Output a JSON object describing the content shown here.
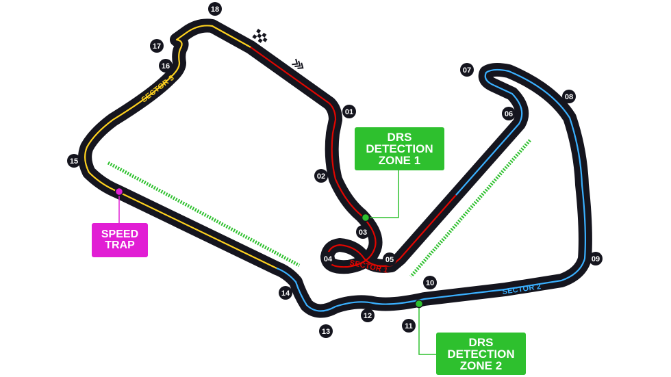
{
  "colors": {
    "track": "#15151e",
    "sector1": "#e10600",
    "sector2": "#3ab0ff",
    "sector3": "#ffd21e",
    "drs": "#2ec02e",
    "speed_trap": "#e11ed4",
    "marker": "#15151e",
    "marker_text": "#ffffff"
  },
  "turns": [
    "01",
    "02",
    "03",
    "04",
    "05",
    "06",
    "07",
    "08",
    "09",
    "10",
    "11",
    "12",
    "13",
    "14",
    "15",
    "16",
    "17",
    "18"
  ],
  "sectors": {
    "s1": "SECTOR 1",
    "s2": "SECTOR 2",
    "s3": "SECTOR 3"
  },
  "drs_zone_1": {
    "line1": "DRS",
    "line2": "DETECTION",
    "line3": "ZONE 1"
  },
  "drs_zone_2": {
    "line1": "DRS",
    "line2": "DETECTION",
    "line3": "ZONE 2"
  },
  "speed_trap": {
    "line1": "SPEED",
    "line2": "TRAP"
  },
  "icons": [
    "chequered-flag-icon",
    "direction-chevrons-icon"
  ]
}
